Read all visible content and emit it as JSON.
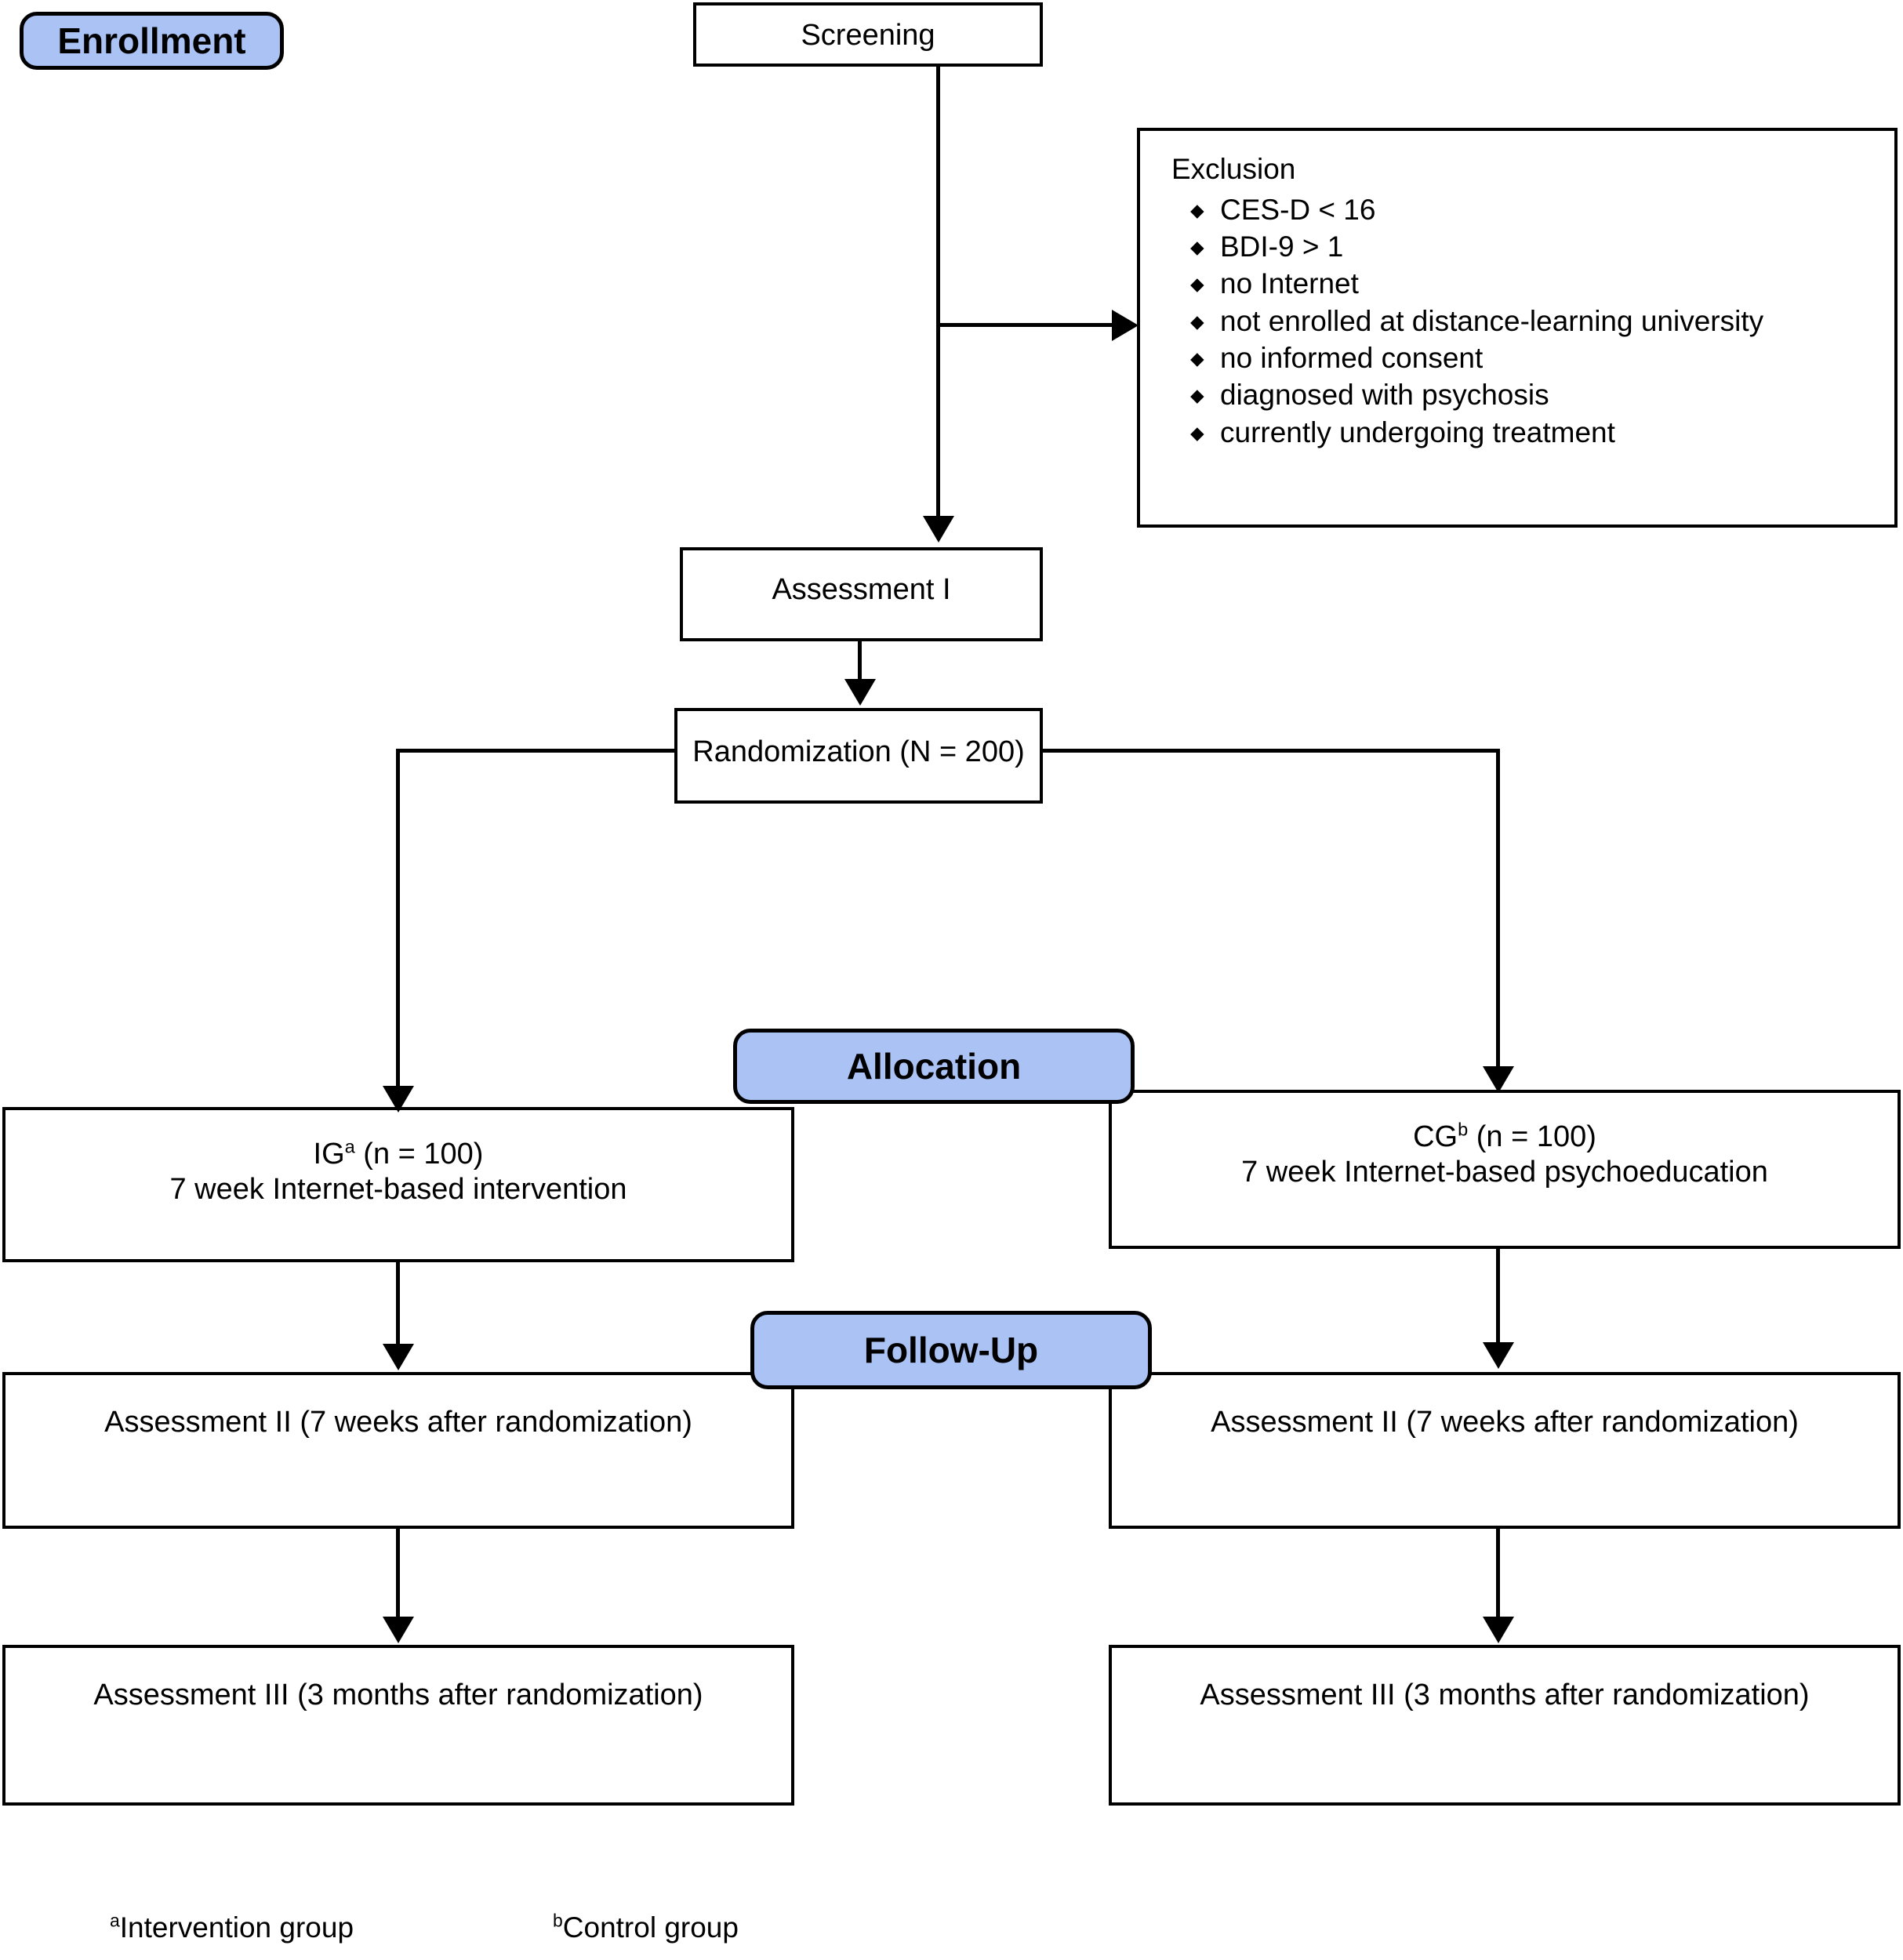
{
  "diagram": {
    "title": "CONSORT participant flow diagram",
    "accent_color": "#aac2f4",
    "line_color": "#000000",
    "background": "#ffffff"
  },
  "banners": {
    "enrollment": "Enrollment",
    "allocation": "Allocation",
    "followup": "Follow-Up"
  },
  "nodes": {
    "screening": "Screening",
    "assessment_1": "Assessment I",
    "randomization": "Randomization (N = 200)",
    "ig_line1_prefix": "IG",
    "ig_line1_sup": "a",
    "ig_line1_suffix": " (n = 100)",
    "ig_line2": "7 week Internet-based intervention",
    "cg_line1_prefix": "CG",
    "cg_line1_sup": "b",
    "cg_line1_suffix": " (n = 100)",
    "cg_line2": "7 week Internet-based psychoeducation",
    "assessment_2_left": "Assessment II (7 weeks after randomization)",
    "assessment_2_right": "Assessment II (7 weeks after randomization)",
    "assessment_3_left": "Assessment III (3 months after randomization)",
    "assessment_3_right": "Assessment III (3 months after randomization)"
  },
  "exclusion": {
    "title": "Exclusion",
    "bullet_glyph": "diamond",
    "items": [
      "CES-D < 16",
      "BDI-9 > 1",
      "no Internet",
      "not enrolled at distance-learning university",
      "no informed consent",
      "diagnosed with psychosis",
      "currently undergoing treatment"
    ]
  },
  "footnotes": [
    {
      "marker": "a",
      "text": "Intervention group"
    },
    {
      "marker": "b",
      "text": "Control group"
    }
  ]
}
